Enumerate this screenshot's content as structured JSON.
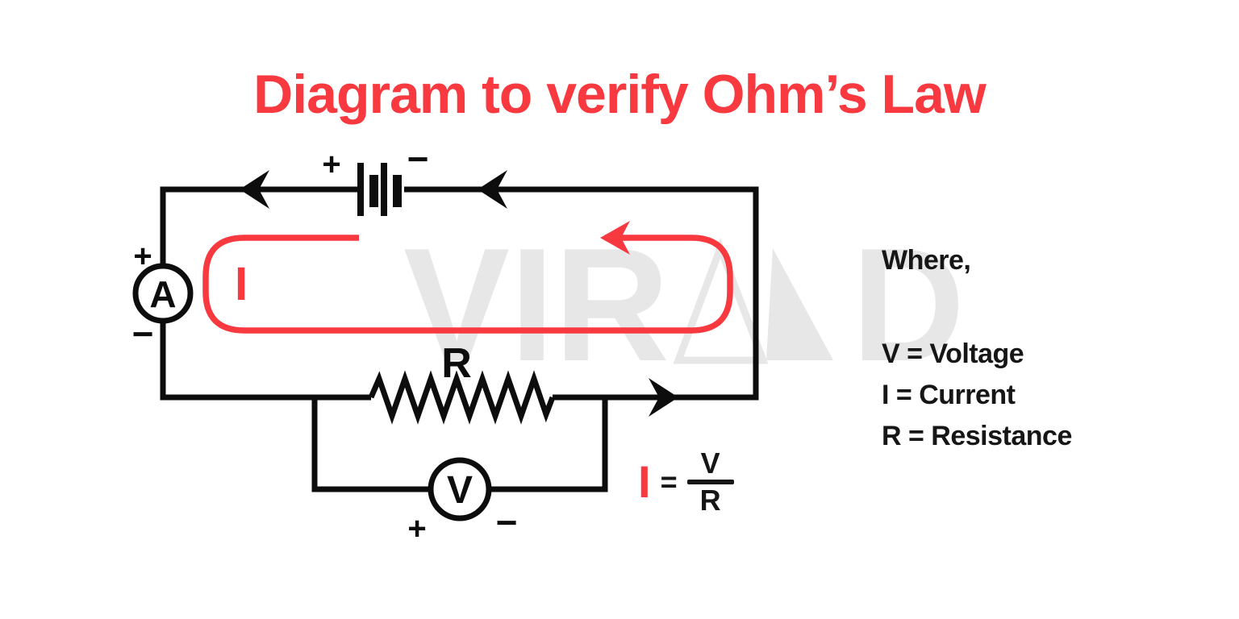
{
  "title": "Diagram to verify Ohm’s Law",
  "watermark": {
    "part1": "VIR",
    "part2": "D"
  },
  "circuit": {
    "battery": {
      "plus": "+",
      "minus": "−"
    },
    "ammeter": {
      "label": "A",
      "plus": "+",
      "minus": "−"
    },
    "voltmeter": {
      "label": "V",
      "plus": "+",
      "minus": "−"
    },
    "resistor_label": "R",
    "current_label": "I"
  },
  "legend": {
    "heading": "Where,",
    "items": [
      "V = Voltage",
      "I = Current",
      "R = Resistance"
    ]
  },
  "formula": {
    "lhs": "I",
    "equals": "=",
    "numerator": "V",
    "denominator": "R"
  },
  "colors": {
    "accent_red": "#f8393f",
    "ink_black": "#0d0d0d",
    "watermark_gray": "#e7e7e8"
  }
}
